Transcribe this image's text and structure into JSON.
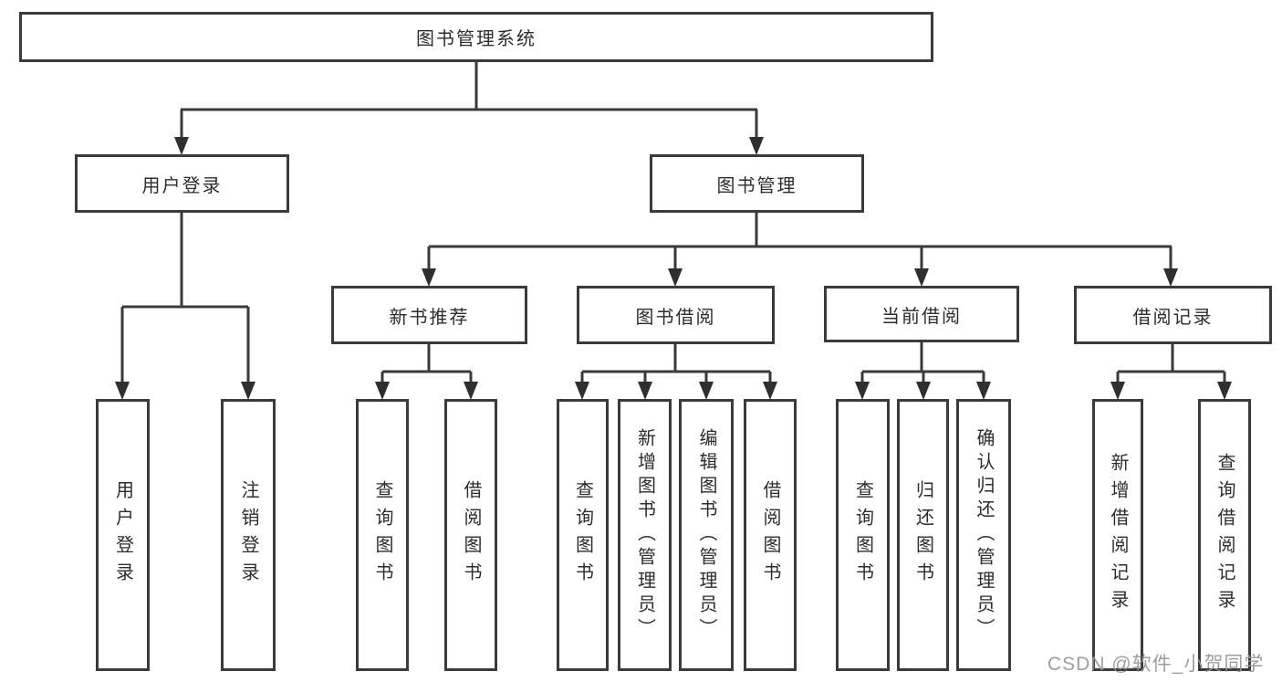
{
  "tree": {
    "root": "图书管理系统",
    "children": [
      {
        "label": "用户登录",
        "children": [
          "用户登录",
          "注销登录"
        ]
      },
      {
        "label": "图书管理",
        "children": [
          {
            "label": "新书推荐",
            "children": [
              "查询图书",
              "借阅图书"
            ]
          },
          {
            "label": "图书借阅",
            "children": [
              "查询图书",
              "新增图书（管理员）",
              "编辑图书（管理员）",
              "借阅图书"
            ]
          },
          {
            "label": "当前借阅",
            "children": [
              "查询图书",
              "归还图书",
              "确认归还（管理员）"
            ]
          },
          {
            "label": "借阅记录",
            "children": [
              "新增借阅记录",
              "查询借阅记录"
            ]
          }
        ]
      }
    ]
  },
  "watermark": "CSDN @软件_小贺同学",
  "colors": {
    "line": "#3a3a3a",
    "box_border": "#3b3b3b",
    "text": "#2d2d2d",
    "watermark": "#949494",
    "background": "#ffffff"
  }
}
